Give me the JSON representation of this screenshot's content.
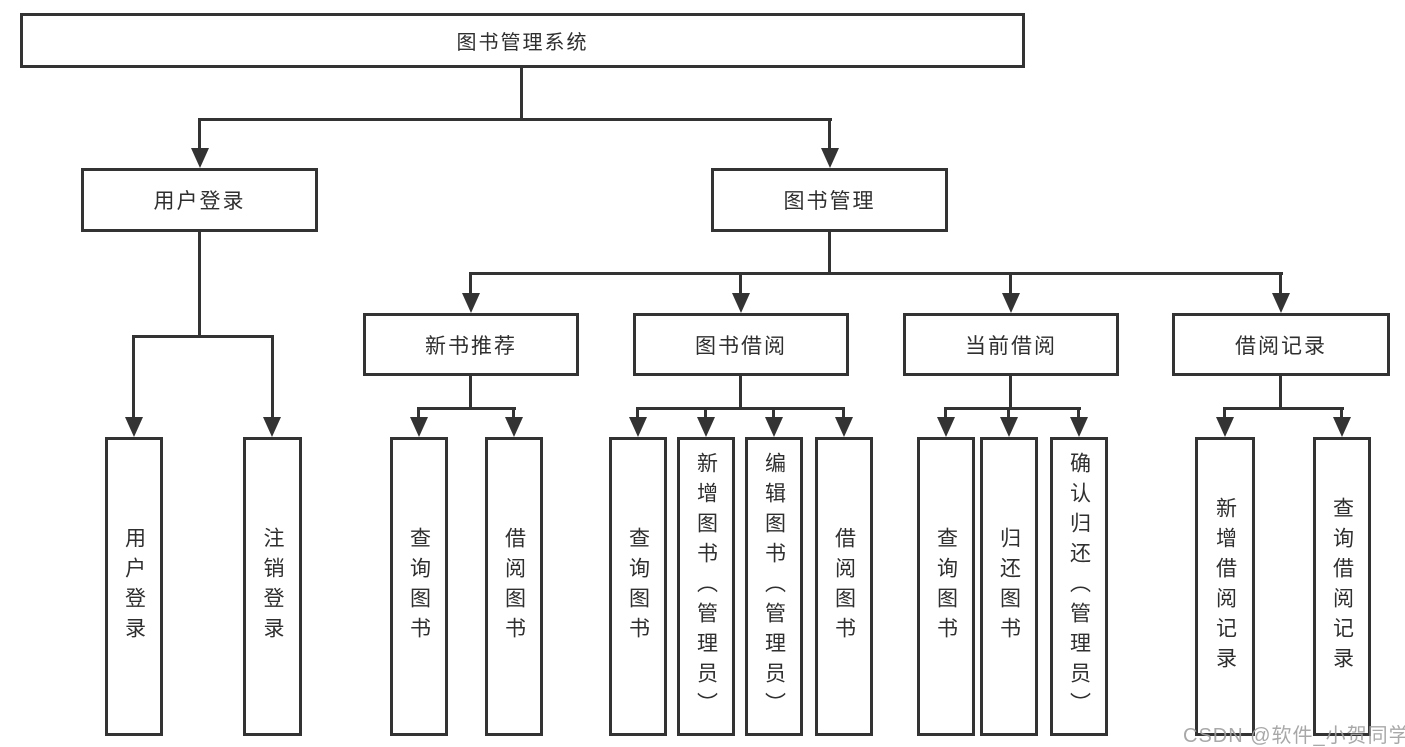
{
  "diagram": {
    "title": "图书管理系统",
    "level2": {
      "user_login": "用户登录",
      "book_management": "图书管理"
    },
    "level3": {
      "new_book_recommend": "新书推荐",
      "book_borrow": "图书借阅",
      "current_borrow": "当前借阅",
      "borrow_records": "借阅记录"
    },
    "leaves": {
      "user_login": "用户登录",
      "logout": "注销登录",
      "recommend_query": "查询图书",
      "recommend_borrow": "借阅图书",
      "borrow_query": "查询图书",
      "borrow_add": "新增图书（管理员）",
      "borrow_edit": "编辑图书（管理员）",
      "borrow_borrow": "借阅图书",
      "current_query": "查询图书",
      "current_return": "归还图书",
      "current_confirm": "确认归还（管理员）",
      "records_add": "新增借阅记录",
      "records_query": "查询借阅记录"
    },
    "watermark": "CSDN @软件_小贺同学",
    "colors": {
      "line": "#333333",
      "text": "#2f2f2f",
      "watermark": "#9e9e9e",
      "background": "#ffffff"
    }
  }
}
